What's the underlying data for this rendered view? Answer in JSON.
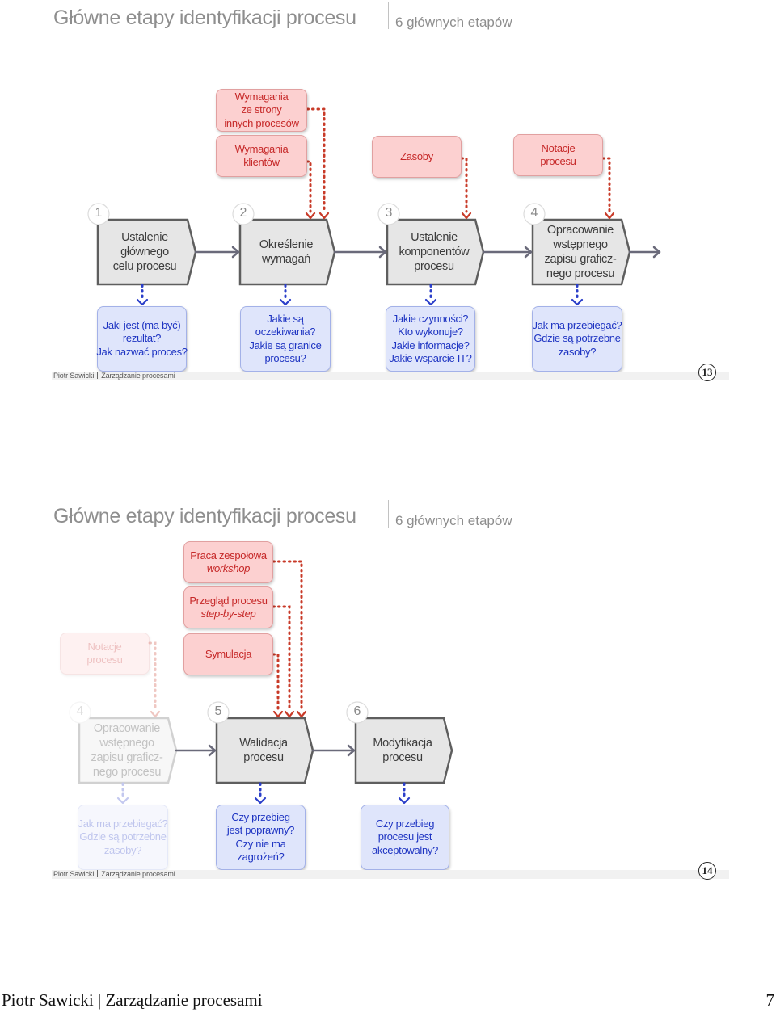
{
  "slides": [
    {
      "title": "Główne etapy identyfikacji procesu",
      "subtitle": "6 głównych etapów",
      "inputs": [
        {
          "lines": [
            "Wymagania",
            "ze strony",
            "innych procesów"
          ]
        },
        {
          "lines": [
            "Wymagania",
            "klientów"
          ]
        },
        {
          "lines": [
            "Zasoby"
          ]
        },
        {
          "lines": [
            "Notacje",
            "procesu"
          ]
        }
      ],
      "steps": [
        {
          "number": "1",
          "lines": [
            "Ustalenie",
            "głównego",
            "celu procesu"
          ]
        },
        {
          "number": "2",
          "lines": [
            "Określenie",
            "wymagań"
          ]
        },
        {
          "number": "3",
          "lines": [
            "Ustalenie",
            "komponentów",
            "procesu"
          ]
        },
        {
          "number": "4",
          "lines": [
            "Opracowanie",
            "wstępnego",
            "zapisu graficz-",
            "nego procesu"
          ]
        }
      ],
      "questions": [
        {
          "lines": [
            "Jaki jest (ma być)",
            "rezultat?",
            "Jak nazwać proces?"
          ]
        },
        {
          "lines": [
            "Jakie są",
            "oczekiwania?",
            "Jakie są granice",
            "procesu?"
          ]
        },
        {
          "lines": [
            "Jakie czynności?",
            "Kto wykonuje?",
            "Jakie informacje?",
            "Jakie wsparcie IT?"
          ]
        },
        {
          "lines": [
            "Jak ma przebiegać?",
            "Gdzie są potrzebne",
            "zasoby?"
          ]
        }
      ],
      "footer": {
        "author": "Piotr Sawicki",
        "course": "Zarządzanie procesami"
      },
      "slide_number": "13"
    },
    {
      "title": "Główne etapy identyfikacji procesu",
      "subtitle": "6 głównych etapów",
      "inputs": [
        {
          "lines": [
            "Praca zespołowa"
          ],
          "italic_line": "workshop"
        },
        {
          "lines": [
            "Przegląd procesu"
          ],
          "italic_line": "step-by-step"
        },
        {
          "lines": [
            "Symulacja"
          ]
        },
        {
          "lines": [
            "Notacje",
            "procesu"
          ]
        }
      ],
      "steps": [
        {
          "number": "4",
          "lines": [
            "Opracowanie",
            "wstępnego",
            "zapisu graficz-",
            "nego procesu"
          ]
        },
        {
          "number": "5",
          "lines": [
            "Walidacja",
            "procesu"
          ]
        },
        {
          "number": "6",
          "lines": [
            "Modyfikacja",
            "procesu"
          ]
        }
      ],
      "questions": [
        {
          "lines": [
            "Jak ma przebiegać?",
            "Gdzie są potrzebne",
            "zasoby?"
          ]
        },
        {
          "lines": [
            "Czy przebieg",
            "jest poprawny?",
            "Czy nie ma",
            "zagrożeń?"
          ]
        },
        {
          "lines": [
            "Czy przebieg",
            "procesu jest",
            "akceptowalny?"
          ]
        }
      ],
      "footer": {
        "author": "Piotr Sawicki",
        "course": "Zarządzanie procesami"
      },
      "slide_number": "14"
    }
  ],
  "page_footer": "Piotr Sawicki | Zarządzanie procesami",
  "page_number": "7",
  "colors": {
    "input_fill": "#fcd0d0",
    "input_text": "#c62828",
    "question_fill": "#dfe5fb",
    "question_text": "#1e34c2",
    "step_fill": "#e6e6e6",
    "step_border": "#5e5e5e",
    "dotted_red": "#c83a28",
    "dotted_blue": "#2a3ec9",
    "connector": "#6a6a7a"
  }
}
